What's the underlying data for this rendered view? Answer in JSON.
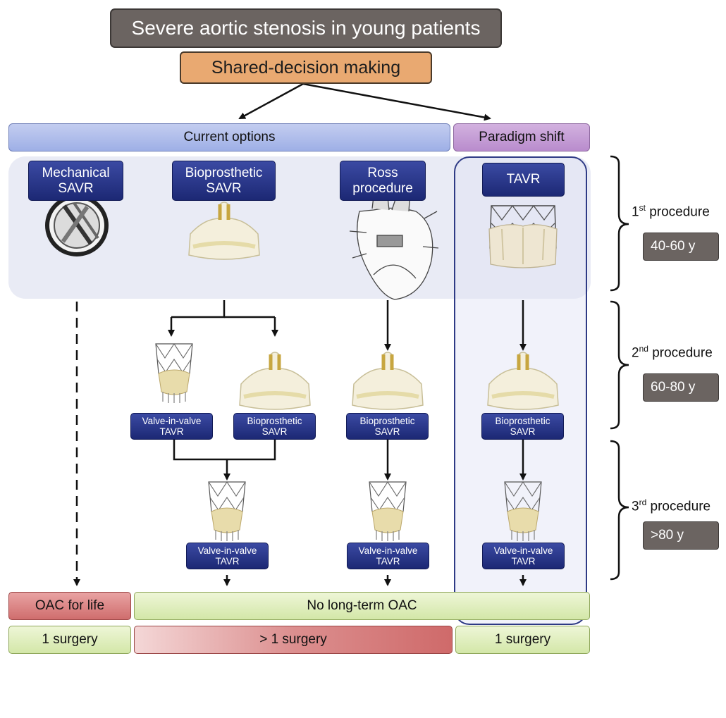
{
  "title": "Severe aortic stenosis in young patients",
  "shared_decision": "Shared-decision making",
  "header_bars": {
    "current": "Current options",
    "paradigm": "Paradigm shift"
  },
  "options": {
    "mechanical": [
      "Mechanical",
      "SAVR"
    ],
    "bioprosthetic": [
      "Bioprosthetic",
      "SAVR"
    ],
    "ross": [
      "Ross",
      "procedure"
    ],
    "tavr": "TAVR"
  },
  "small_labels": {
    "viv_tavr": [
      "Valve-in-valve",
      "TAVR"
    ],
    "bio_savr": [
      "Bioprosthetic",
      "SAVR"
    ]
  },
  "procedures": [
    {
      "num": "1",
      "sup": "st",
      "label": " procedure",
      "age": "40-60 y"
    },
    {
      "num": "2",
      "sup": "nd",
      "label": " procedure",
      "age": "60-80 y"
    },
    {
      "num": "3",
      "sup": "rd",
      "label": " procedure",
      "age": ">80 y"
    }
  ],
  "anticoag": {
    "oac_life": "OAC for life",
    "no_oac": "No long-term OAC"
  },
  "surgeries": {
    "one_left": "1 surgery",
    "more": "> 1 surgery",
    "one_right": "1 surgery"
  },
  "colors": {
    "navy": "#1c2874",
    "title_gray": "#6b6461",
    "orange": "#e9a971",
    "blue_bar": "#9eafe6",
    "purple_bar": "#b98ccd",
    "green": "#d3e7a8",
    "red": "#cf6d6d"
  }
}
